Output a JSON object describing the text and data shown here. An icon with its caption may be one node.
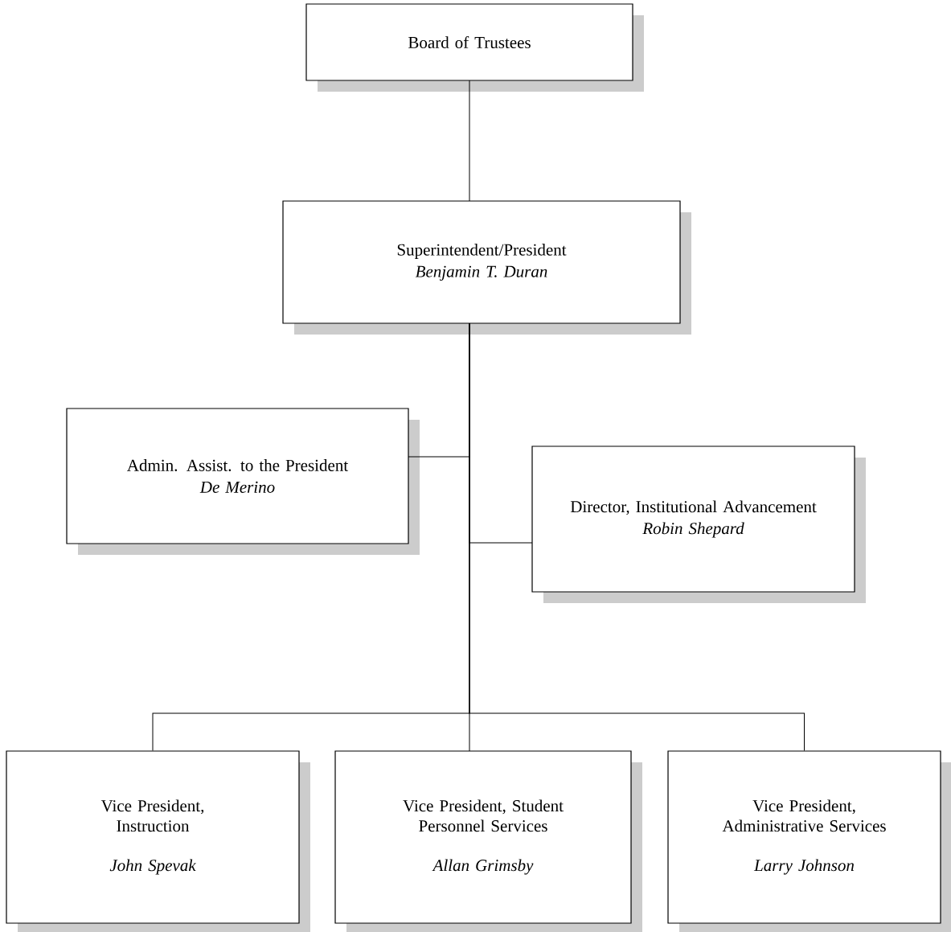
{
  "diagram": {
    "nodes": [
      {
        "text": [
          "Board of Trustees"
        ]
      },
      {
        "text": [
          "Superintendent/President",
          "Benjamin T. Duran"
        ]
      },
      {
        "text": [
          "Admin. Assist. to the President",
          "De Merino"
        ]
      },
      {
        "text": [
          "Director, Institutional Advancement",
          "Robin Shepard"
        ]
      },
      {
        "text": [
          "Vice President, Instruction",
          "John Spevak"
        ]
      },
      {
        "text": [
          "Vice President, Student Personnel Services",
          "Allan Grimsby"
        ]
      },
      {
        "text": [
          "Vice President, Administrative Services",
          "Larry Johnson"
        ]
      }
    ],
    "edges": [
      {
        "from": 0,
        "to": 1,
        "arrow": "none"
      },
      {
        "from": 1,
        "to": 2,
        "arrow": "none"
      },
      {
        "from": 1,
        "to": 3,
        "arrow": "none"
      },
      {
        "from": 1,
        "to": 4,
        "arrow": "none"
      },
      {
        "from": 1,
        "to": 5,
        "arrow": "none"
      },
      {
        "from": 1,
        "to": 6,
        "arrow": "none"
      }
    ]
  }
}
